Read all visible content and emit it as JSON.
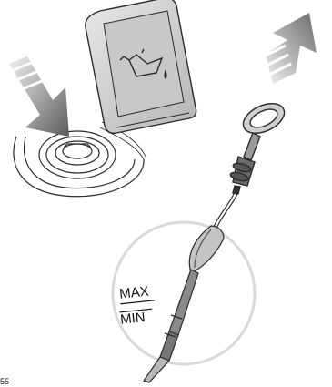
{
  "dipstick": {
    "max_label": "MAX",
    "min_label": "MIN"
  },
  "figure_code": "55",
  "colors": {
    "line": "#2a2a2a",
    "cap_fill": "#d6d6d6",
    "cap_face": "#bdbdbd",
    "arrow_dark": "#5a5a5a",
    "arrow_light": "#e6e6e6",
    "circle": "#d9d9d9"
  },
  "icons": {
    "oil_cap_symbol": "oil-can-icon",
    "insert_direction": "arrow-down-right-icon",
    "withdraw_direction": "arrow-up-right-icon"
  }
}
